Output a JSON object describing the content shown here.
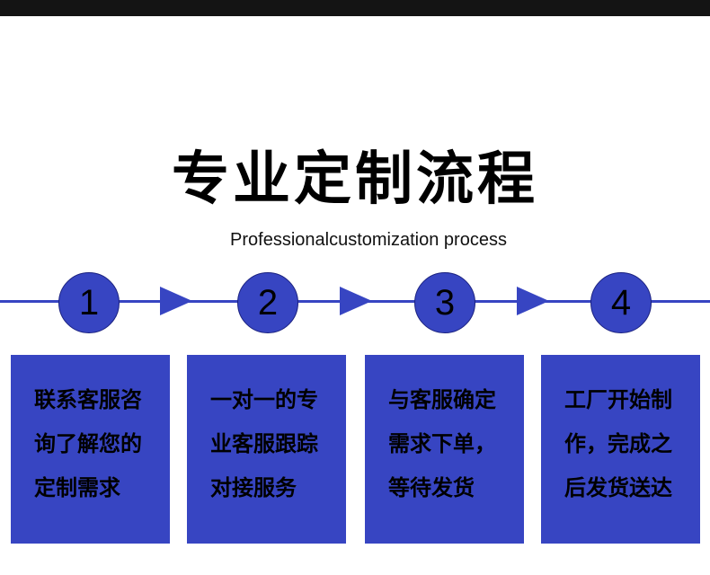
{
  "title": "专业定制流程",
  "subtitle": "Professionalcustomization process",
  "accent_color": "#3745c2",
  "steps": [
    {
      "number": "1",
      "text": "联系客服咨询了解您的定制需求"
    },
    {
      "number": "2",
      "text": "一对一的专业客服跟踪对接服务"
    },
    {
      "number": "3",
      "text": "与客服确定需求下单，等待发货"
    },
    {
      "number": "4",
      "text": "工厂开始制作，完成之后发货送达"
    }
  ]
}
